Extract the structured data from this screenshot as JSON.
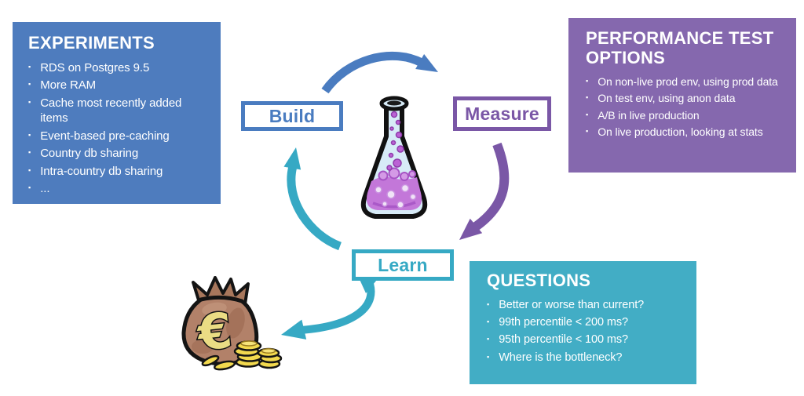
{
  "bullet_glyph": "▪",
  "colors": {
    "blue": "#4e7cbe",
    "purple": "#8568ae",
    "teal": "#42adc5",
    "build-accent": "#4a7cc0",
    "measure-accent": "#7a57a6",
    "learn-accent": "#36a9c4"
  },
  "boxes": {
    "experiments": {
      "title": "EXPERIMENTS",
      "items": [
        "RDS on Postgres 9.5",
        "More RAM",
        "Cache most recently added items",
        "Event-based pre-caching",
        "Country db sharing",
        "Intra-country db sharing",
        "..."
      ]
    },
    "performance": {
      "title": "PERFORMANCE TEST OPTIONS",
      "items": [
        "On non-live prod env, using prod data",
        "On test env, using anon data",
        "A/B in live production",
        "On live production, looking at stats"
      ]
    },
    "questions": {
      "title": "QUESTIONS",
      "items": [
        "Better or worse than current?",
        "99th percentile < 200 ms?",
        "95th percentile < 100 ms?",
        "Where is the bottleneck?"
      ]
    }
  },
  "cycle": {
    "build_label": "Build",
    "measure_label": "Measure",
    "learn_label": "Learn"
  },
  "icons": {
    "flask": "flask-icon",
    "money_bag": "money-bag-icon"
  }
}
